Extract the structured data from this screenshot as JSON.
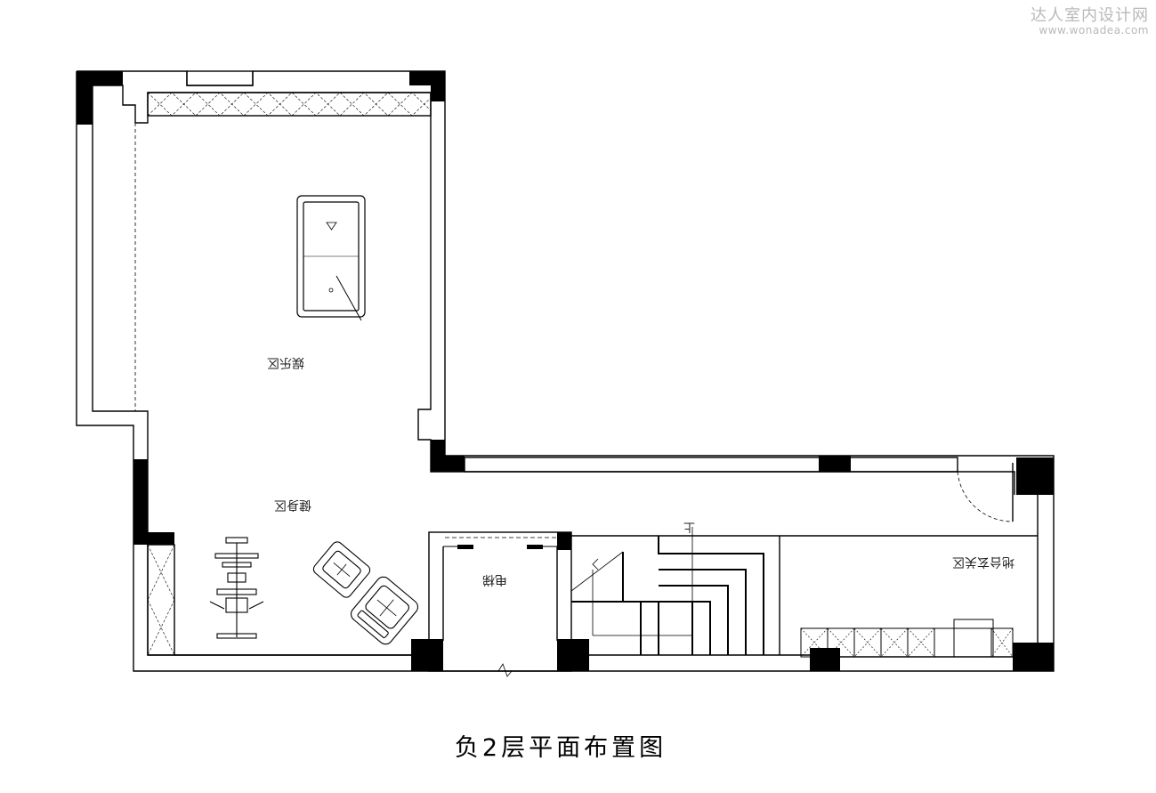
{
  "watermark": {
    "site_name": "达人室内设计网",
    "url": "www.wonadea.com"
  },
  "title": "负2层平面布置图",
  "rooms": {
    "entertainment": "娱乐区",
    "fitness": "健身区",
    "elevator": "电梯",
    "entry": "地台玄关区"
  },
  "stair_mark": "上",
  "colors": {
    "wall_fill": "#000000",
    "line": "#000000",
    "background": "#ffffff"
  }
}
